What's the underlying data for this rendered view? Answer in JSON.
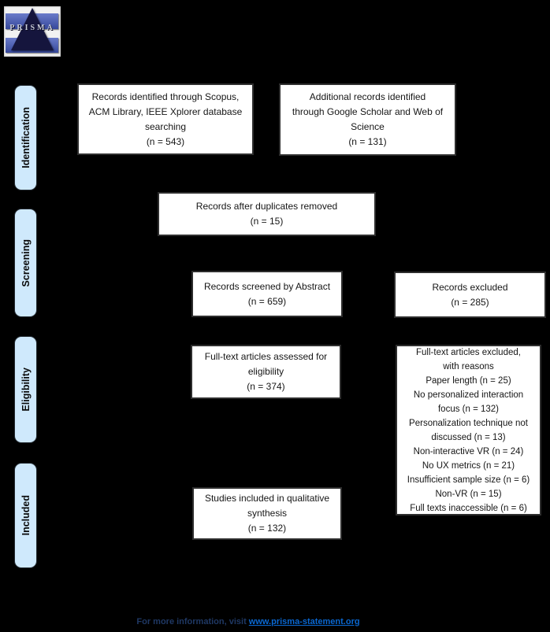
{
  "canvas": {
    "background": "#000000",
    "box_fill": "#ffffff",
    "box_border": "#2e2e2e",
    "stage_fill": "#cfe9fc"
  },
  "logo": {
    "title": "PRISMA"
  },
  "stages": [
    {
      "label": "Identification"
    },
    {
      "label": "Screening"
    },
    {
      "label": "Eligibility"
    },
    {
      "label": "Included"
    }
  ],
  "boxes": [
    {
      "name": "records-identified-databases",
      "text": "Records identified through Scopus,\nACM Library, IEEE Xplorer database\nsearching\n(n = 543)"
    },
    {
      "name": "records-additional-sources",
      "text": "Additional records identified\nthrough Google Scholar and Web of\nScience\n(n = 131)"
    },
    {
      "name": "records-after-duplicates",
      "text": "Records after duplicates removed\n(n = 15)"
    },
    {
      "name": "records-screened",
      "text": "Records screened by Abstract\n(n = 659)"
    },
    {
      "name": "records-excluded",
      "text": "Records excluded\n(n = 285)"
    },
    {
      "name": "fulltext-assessed",
      "text": "Full-text articles assessed for\neligibility\n(n = 374)"
    },
    {
      "name": "fulltext-excluded-reasons",
      "text": "Full-text articles excluded,\nwith reasons\nPaper length (n = 25)\nNo personalized interaction\nfocus (n = 132)\nPersonalization technique not\ndiscussed (n = 13)\nNon-interactive VR (n = 24)\nNo UX metrics (n = 21)\nInsufficient sample size (n = 6)\nNon-VR (n = 15)\nFull texts inaccessible (n = 6)"
    },
    {
      "name": "studies-included-qualitative",
      "text": "Studies included in qualitative\nsynthesis\n(n = 132)"
    }
  ],
  "footer": {
    "prefix": "For more information, visit ",
    "link": "www.prisma-statement.org"
  }
}
